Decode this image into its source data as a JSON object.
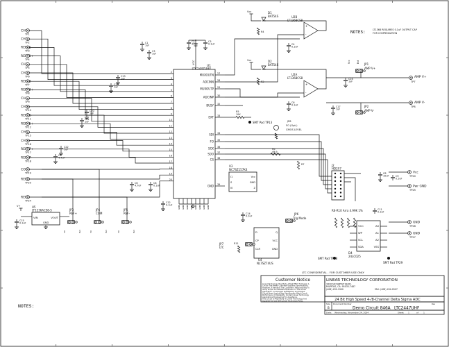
{
  "notes_top_title": "NOTES:",
  "notes_top_body": [
    "LT1368 REQUIRES 0.1uF OUTPUT CAP",
    "FOR COMPENSATION"
  ],
  "notes_bottom_title": "NOTES:",
  "inputs": [
    {
      "name": "CH0",
      "tp": "TP1"
    },
    {
      "name": "CH1",
      "tp": "TP2"
    },
    {
      "name": "REF01-",
      "tp": "TP3"
    },
    {
      "name": "REF01+",
      "tp": "TP4"
    },
    {
      "name": "CH2",
      "tp": "TP5"
    },
    {
      "name": "CH3",
      "tp": "TP6"
    },
    {
      "name": "REF23-",
      "tp": "TP7"
    },
    {
      "name": "REF23+",
      "tp": "TP8"
    },
    {
      "name": "CH4",
      "tp": "TP9"
    },
    {
      "name": "CH5",
      "tp": "TP10"
    },
    {
      "name": "REF45-",
      "tp": "TP11"
    },
    {
      "name": "REF45+",
      "tp": "TP12"
    },
    {
      "name": "CH6",
      "tp": "TP15"
    },
    {
      "name": "CH7",
      "tp": "TP16"
    },
    {
      "name": "REF67+",
      "tp": "TP17"
    },
    {
      "name": "REF67-",
      "tp": "TP18"
    },
    {
      "name": "COM",
      "tp": "TP19"
    },
    {
      "name": "REF+",
      "tp": "TP20"
    },
    {
      "name": "REF-",
      "tp": "TP24"
    }
  ],
  "u1": {
    "ref": "U1",
    "part": "LTC2447UHF",
    "left_pins": [
      {
        "no": "2",
        "name": "CH0"
      },
      {
        "no": "3",
        "name": "CH1"
      },
      {
        "no": "4",
        "name": "REF01-"
      },
      {
        "no": "5",
        "name": "REF01+"
      },
      {
        "no": "6",
        "name": "CH2"
      },
      {
        "no": "7",
        "name": "CH3"
      },
      {
        "no": "8",
        "name": "REF23-"
      },
      {
        "no": "9",
        "name": "REF23+"
      },
      {
        "no": "10",
        "name": "CH4"
      },
      {
        "no": "11",
        "name": "CH5"
      },
      {
        "no": "12",
        "name": "REF45-"
      },
      {
        "no": "13",
        "name": "REF45+"
      },
      {
        "no": "14",
        "name": "CH6"
      },
      {
        "no": "15",
        "name": "CH7"
      },
      {
        "no": "16",
        "name": "REF67-"
      },
      {
        "no": "17",
        "name": "REF67+"
      },
      {
        "no": "18",
        "name": "COM"
      },
      {
        "no": "19",
        "name": "REF+"
      },
      {
        "no": "20",
        "name": "REF-"
      }
    ],
    "right_pins": [
      {
        "no": "27",
        "name": "MUXOUTN"
      },
      {
        "no": "28",
        "name": "ADCINN"
      },
      {
        "no": "29",
        "name": "MUXOUTP"
      },
      {
        "no": "30",
        "name": "ADCINP"
      },
      {
        "no": "32",
        "name": "BUSY"
      },
      {
        "no": "33",
        "name": "EXT"
      },
      {
        "no": "34",
        "name": "SDI"
      },
      {
        "no": "35",
        "name": "FO"
      },
      {
        "no": "36",
        "name": "SCK"
      },
      {
        "no": "37",
        "name": "SDO"
      },
      {
        "no": "38",
        "name": "CS"
      },
      {
        "no": "39",
        "name": "GND"
      }
    ],
    "vcc": "VCC",
    "gnd_label": "GND"
  },
  "caps": [
    {
      "ref": "C1",
      "val": "1uF"
    },
    {
      "ref": "C3",
      "val": "1uF"
    },
    {
      "ref": "C13",
      "val": "1uF"
    },
    {
      "ref": "C19",
      "val": "1uF"
    },
    {
      "ref": "C20",
      "val": "1uF"
    },
    {
      "ref": "C21",
      "val": "1uF"
    },
    {
      "ref": "C22",
      "val": "1uF"
    },
    {
      "ref": "C2",
      "val": "4.7uF"
    },
    {
      "ref": "C3",
      "val": "0.1uF"
    },
    {
      "ref": "C6",
      "val": "4.7uF"
    },
    {
      "ref": "C8",
      "val": "0.1uF"
    },
    {
      "ref": "C12",
      "val": "0.1uF"
    },
    {
      "ref": "C14",
      "val": "0.1uF"
    },
    {
      "ref": "C15",
      "val": "0.1uF"
    }
  ],
  "opamps": [
    {
      "ref": "U2B",
      "part": "LT1368CS8"
    },
    {
      "ref": "U2A",
      "part": "LT1368CS8"
    }
  ],
  "diodes": [
    {
      "ref": "D1",
      "part": "BAT54S"
    },
    {
      "ref": "D2",
      "part": "BAT54S"
    }
  ],
  "amp_outs": [
    {
      "name": "AMP V+",
      "tp": "TP7"
    },
    {
      "name": "AMP V-",
      "tp": "TP8"
    }
  ],
  "jumpers": [
    {
      "ref": "JP1",
      "name": "AMP V+"
    },
    {
      "ref": "JP2",
      "name": "AMP V-"
    },
    {
      "ref": "JP3",
      "name": "REF+"
    },
    {
      "ref": "JP4",
      "name": "COM"
    },
    {
      "ref": "JP5",
      "name": "REF-"
    },
    {
      "ref": "JP6",
      "name": "Trig Mode"
    },
    {
      "ref": "JP7",
      "name": "LTC"
    }
  ],
  "smt_pads": [
    "SMT Pad TP13",
    "SMT Pad TP28",
    "SMT Pad TP29"
  ],
  "osc": {
    "ref": "JP8",
    "line1": "FO (Opt.)",
    "line2": "CMOS LEVEL"
  },
  "u3": {
    "ref": "U3",
    "part": "NC7SZ157K4"
  },
  "u4": {
    "ref": "U4",
    "part": "NL7SZ74US",
    "pins": [
      "D",
      "CP",
      "CLR",
      "Q",
      "VCC",
      "GND"
    ]
  },
  "u5": {
    "ref": "U5",
    "part": "LT1236ACS8-5",
    "pins": [
      "VIN",
      "VOUT",
      "GND"
    ]
  },
  "j2": {
    "ref": "J2",
    "part": "HD2X7"
  },
  "d4": {
    "ref": "D4",
    "part": "24LC025"
  },
  "eeprom_pins": [
    "VCC",
    "WP",
    "SCL",
    "SDA",
    "A0",
    "A1",
    "A2",
    "VSS"
  ],
  "resistor_array": "R6-R10 Arra 4.99K 1%",
  "pwr_outs": [
    {
      "name": "Vcc",
      "tp": "TP20"
    },
    {
      "name": "Pwr GND",
      "tp": "TP25"
    },
    {
      "name": "GND",
      "tp": "TP26"
    },
    {
      "name": "GND",
      "tp": "TP27"
    }
  ],
  "vcc_label": "Vcc",
  "title_block": {
    "confidential": "LTC CONFIDENTIAL - FOR CUSTOMER USE ONLY",
    "notice_title": "Customer Notice",
    "notice_text": [
      "Linear Technology Has Made A Best Effort To Design A",
      "Circuit That Meets Customer-Supplied Specifications;",
      "However, It Remains The Customer's Responsibility To",
      "Verify Proper And Reliable Operation In The Actual",
      "Application. Component Substitution And Printed",
      "Circuit Board Layout May Significantly Affect Circuit",
      "Performance Or Reliability. Contact Linear Technology",
      "Applications Engineering For Assistance.",
      "This Circuit Is Proprietary To Linear Technology And",
      "Supplied For Use With Linear Technology Parts."
    ],
    "company": "LINEAR TECHNOLOGY CORPORATION",
    "address": [
      "1630 McCARTHY BLVD.",
      "MILPITAS, CA. 95035-7487"
    ],
    "phone": "(408) 432-1900",
    "fax": "FAX: (408) 434-0507",
    "title": "24 Bit High Speed 4-/8-Channel Delta Sigma ADC",
    "doc_label": "Document Number",
    "doc": "Demo Circuit 846A",
    "part": "LTC2447UHF",
    "size_label": "Size",
    "size": "B",
    "date_label": "Date:",
    "date": "Wednesday, November 24, 2004",
    "sheet_label": "Sheet",
    "sheet": "1",
    "of": "of",
    "sheets": "1",
    "rev_label": "Rev"
  }
}
